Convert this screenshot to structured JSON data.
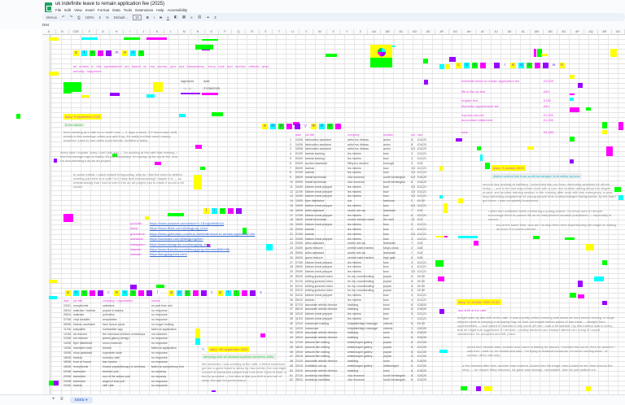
{
  "doc": {
    "title": "uk indefinite leave to remain application fee (2025)",
    "menus": [
      "File",
      "Edit",
      "View",
      "Insert",
      "Format",
      "Data",
      "Tools",
      "Extensions",
      "Help",
      "Accessibility"
    ]
  },
  "toolbar": {
    "search": "Menus",
    "zoom": "100%",
    "font": "Default...",
    "font_size": "10",
    "name_box": "D94"
  },
  "columns": [
    "A",
    "B",
    "CDE",
    "F",
    "G",
    "H",
    "I",
    "J",
    "K",
    "L",
    "M",
    "N",
    "O",
    "P",
    "Q",
    "R",
    "S",
    "T",
    "U",
    "V",
    "W",
    "X",
    "Y",
    "Z",
    "AA",
    "AB",
    "AC",
    "AD",
    "AE",
    "AF",
    "AG",
    "AH",
    "AI",
    "AJ",
    "AK",
    "AL",
    "AM",
    "AN",
    "AO",
    "AP",
    "AQ",
    "AR",
    "AS"
  ],
  "statement": {
    "heading": "statement",
    "text": "all entries in this spreadsheet are based on real events, jobs and transactions. every note and number reflects what actually happened.",
    "signature_label": "signature",
    "date_label": "date",
    "date": "27/08/2025"
  },
  "diary1": {
    "title": "diary: 9 september 2025",
    "subtitle": "in the studio",
    "p1": "been working at a cafe for a month now — 4 days a week, 3.5 hours each shift, mostly in the evenings. when you add it up, it's really not that much money. however i have to turn down most friends' invitations lately.",
    "p2": "every time i explain, sorry i can't join you — i'm working at the cafe that evening, i feel this strange urge to clarify: it's just temporary. i'm saving up for my ilr fee, and i'm documenting it as an art project.",
    "p3": "to some extent, i catch myself in hypocrisy. why do i feel the need to defend working part-time in a cafe? is it really that embarrassing? maybe it is — so embarrassing that i had to turn it into an art project just to make it sound a bit cooler."
  },
  "links": {
    "heading": "links",
    "items": [
      {
        "label": "youtube",
        "url": "https://www.youtube.com/watch?v=1fDcgic9hBoG&"
      },
      {
        "label": "tiktok",
        "url": "https://www.tiktok.com/@tangjung_chen"
      },
      {
        "label": "gofundme",
        "url": "https://www.gofundme.com/f/uk-indefinite-leave-to-remain-application-fee"
      },
      {
        "label": "substack",
        "url": "https://substack.com/@tangjungchen"
      },
      {
        "label": "instagram",
        "url": "https://www.instagram.com/tangjung_chen"
      },
      {
        "label": "linkedin",
        "url": "https://www.linkedin.com/in/tang-jung-chen-ba4658148/"
      },
      {
        "label": "website",
        "url": "https://tangjungchen.com/"
      }
    ]
  },
  "employment": {
    "heading": "employment",
    "headers": [
      "date",
      "job title",
      "company",
      "location",
      "hrs",
      "rate"
    ],
    "rows": [
      [
        "13/08",
        "fabrication assistant",
        "artist ros dhessu",
        "acton",
        "8",
        "£16.20"
      ],
      [
        "14/08",
        "fabrication assistant",
        "artist ros dhessu",
        "acton",
        "8",
        "£16.20"
      ],
      [
        "15/08",
        "fabrication assistant",
        "artist ros dhessu",
        "acton",
        "6.5",
        "£16.20"
      ],
      [
        "01/09",
        "barista training",
        "les miches",
        "bow",
        "2",
        "£12.21"
      ],
      [
        "03/09",
        "barista training",
        "les miches",
        "bow",
        "2",
        "£12.21"
      ],
      [
        "03/09",
        "auction assistant",
        "filthy fox auction",
        "borough",
        "3",
        "£15"
      ],
      [
        "06/09",
        "barista",
        "les miches",
        "bow",
        "3.5",
        "£12.21"
      ],
      [
        "07/09",
        "barista",
        "les miches",
        "bow",
        "4.5",
        "£12.21"
      ],
      [
        "08/09",
        "install technician",
        "v&a museum",
        "south kensington",
        "6.5",
        "£16.20"
      ],
      [
        "09/09",
        "install technician",
        "v&a museum",
        "south kensington",
        "6",
        "£16.20"
      ],
      [
        "10/09",
        "kitchen meal prepper",
        "les miches",
        "bow",
        "3.5",
        "£12.21"
      ],
      [
        "11/09",
        "kitchen meal prepper",
        "les miches",
        "bow",
        "3.5",
        "£12.21"
      ],
      [
        "12/09",
        "kitchen meal prepper",
        "les miches",
        "bow",
        "3.5",
        "£12.21"
      ],
      [
        "13/09",
        "flyer distributor",
        "n/a",
        "barbican",
        "2",
        "£0.00"
      ],
      [
        "15/09",
        "kitchen meal prepper",
        "les miches",
        "bow",
        "6.5",
        "£12.21"
      ],
      [
        "16/09",
        "artist assistant",
        "studio rain wu",
        "lewisham",
        "7",
        "£15"
      ],
      [
        "17/09",
        "kitchen meal prepper",
        "les miches",
        "bow",
        "6",
        "£12.21"
      ],
      [
        "18/09",
        "install technician",
        "london fashion week",
        "the mall",
        "13",
        "£15"
      ],
      [
        "19/09",
        "kitchen meal prepper",
        "les miches",
        "bow",
        "5",
        "£12.21"
      ],
      [
        "20/09",
        "barista",
        "les miches",
        "bow",
        "2",
        "£12.21"
      ],
      [
        "21/09",
        "barista",
        "les miches",
        "bow",
        "5.5",
        "£12.21"
      ],
      [
        "22/09",
        "kitchen meal prepper",
        "les miches",
        "bow",
        "3",
        "£12.21"
      ],
      [
        "23/09",
        "artist assistant",
        "studio rain wu",
        "lewisham",
        "7",
        "£15"
      ],
      [
        "24/09",
        "guest lecturer",
        "central saint martins",
        "king's cross",
        "2",
        "£48"
      ],
      [
        "25/09",
        "artist assistant",
        "studio rain wu",
        "lewisham",
        "7",
        "£15"
      ],
      [
        "26/09",
        "guest lecturer",
        "central saint martins",
        "high gate",
        "6",
        "£48"
      ],
      [
        "27/09",
        "kitchen meal prepper",
        "les miches",
        "bow",
        "4",
        "£12.21"
      ],
      [
        "28/09",
        "kitchen meal prepper",
        "les miches",
        "bow",
        "4",
        "£12.21"
      ],
      [
        "29/09",
        "kitchen meal prepper",
        "les miches",
        "bow",
        "3.5",
        "£12.21"
      ],
      [
        "30/09",
        "editing youtube video",
        "for my crowdfunding",
        "poplar",
        "8",
        "£0.00"
      ],
      [
        "01/10",
        "editing youtube video",
        "for my crowdfunding",
        "poplar",
        "8",
        "£0.00"
      ],
      [
        "02/10",
        "editing youtube video",
        "for my crowdfunding",
        "poplar",
        "8",
        "£0.00"
      ],
      [
        "03/10",
        "editing youtube video",
        "for my crowdfunding",
        "poplar",
        "8",
        "£0.00"
      ],
      [
        "04/10",
        "kitchen meal prepper",
        "les miches",
        "bow",
        "4",
        "£12.21"
      ],
      [
        "05/10",
        "barista",
        "les miches",
        "bow",
        "4",
        "£12.21"
      ],
      [
        "07/10",
        "associate artistic director",
        "kakilang",
        "soho",
        "8",
        "£18.00"
      ],
      [
        "08/10",
        "associate artistic director",
        "kakilang",
        "soho",
        "8",
        "£18.00"
      ],
      [
        "10/10",
        "kitchen meal prepper",
        "les miches",
        "bow",
        "5",
        "£12.21"
      ],
      [
        "11/10",
        "kitchen meal prepper",
        "les miches",
        "bow",
        "7",
        "£12.21"
      ],
      [
        "12/10",
        "masseuse training",
        "knightsbridge massage",
        "victoria",
        "8",
        "£0.00"
      ],
      [
        "14/10",
        "masseuse",
        "knightsbridge massage",
        "victoria",
        "2",
        "£40.00"
      ],
      [
        "15/10",
        "associate artistic director",
        "kakilang",
        "soho",
        "8",
        "£18.00"
      ],
      [
        "16/10",
        "associate artistic director",
        "kakilang",
        "soho",
        "8",
        "£18.00"
      ],
      [
        "17/10",
        "artwork film editing",
        "whitechapel gallery",
        "poplar",
        "8",
        "£12.00"
      ],
      [
        "18/10",
        "artwork film editing",
        "whitechapel gallery",
        "poplar",
        "8",
        "£12.00"
      ],
      [
        "19/10",
        "artwork film editing",
        "whitechapel gallery",
        "poplar",
        "8",
        "£12.00"
      ],
      [
        "20/10",
        "artwork film editing",
        "whitechapel gallery",
        "poplar",
        "8",
        "£12.00"
      ],
      [
        "21/10",
        "associate artistic director",
        "kakilang",
        "soho",
        "8",
        "£18.00"
      ],
      [
        "22/10",
        "exhibition set up",
        "whitechapel gallery",
        "whitechapel",
        "5",
        "£12.00"
      ],
      [
        "24/10",
        "associate artistic director",
        "kakilang",
        "soho",
        "8",
        "£18.00"
      ],
      [
        "27/10",
        "workshop facilitator",
        "v&a museum",
        "south kensington",
        "8",
        "£16.20"
      ],
      [
        "28/10",
        "workshop facilitator",
        "v&a museum",
        "south kensington",
        "8",
        "£16.20"
      ]
    ]
  },
  "rejections": {
    "heading": "unsuccessful applications",
    "headers": [
      "date",
      "job title",
      "company / organisation",
      "reason"
    ],
    "rows": [
      [
        "23/01",
        "receptionist",
        "safestore",
        "no part time role"
      ],
      [
        "28/04",
        "waitress / barista",
        "poplar st bakery",
        "no response"
      ],
      [
        "28/04",
        "waitress",
        "polentino",
        "no response"
      ],
      [
        "07/08",
        "vinyl installer",
        "wrapmates",
        "no response"
      ],
      [
        "08/08",
        "kitchen assistant",
        "farm house pizza",
        "no longer looking"
      ],
      [
        "11/08",
        "babysitter",
        "hobbesitter app",
        "failed at application"
      ],
      [
        "12/08",
        "art teacher",
        "the inventors children workshops",
        "not selected"
      ],
      [
        "12/08",
        "set dresser",
        "james glancy design",
        "no response"
      ],
      [
        "14/08",
        "flyer distributor",
        "moco museum",
        "no response"
      ],
      [
        "14/08",
        "mandarin tutor",
        "tutorful",
        "failed at application"
      ],
      [
        "15/08",
        "shop assistant",
        "superette store",
        "no response"
      ],
      [
        "18/08",
        "barista",
        "nunnery cafe",
        "no response"
      ],
      [
        "18/08",
        "front of house",
        "bao london",
        "no response"
      ],
      [
        "18/08",
        "receptionist",
        "london physiotherapy & wellness",
        "failed at competency test"
      ],
      [
        "22/08",
        "bartender",
        "beehive pub",
        "no vacancy"
      ],
      [
        "22/08",
        "bartender",
        "son of the widow pub",
        "no vacancy"
      ],
      [
        "22/08",
        "bartender",
        "angel of bow pub",
        "no response"
      ],
      [
        "22/08",
        "barista",
        "raffi cafe",
        "no response"
      ]
    ]
  },
  "diary2": {
    "title": "diary: 7th september 2025",
    "subtitle": "sleeping over at alexandra palace between shifts",
    "p1": "this weekend i was working at the cafe. a friend somehow got me a guest ticket to sleep by max richter, the overnight concert at alexandra palace that runs from 11pm to 8am. a bed is provided — the idea is that you drift in and out of sleep through the performance."
  },
  "costs": {
    "heading": "cost breakdown",
    "items": [
      {
        "label": "indefinite leave to remain application fee",
        "value": "£3,029"
      },
      {
        "label": "life in the uk test",
        "value": "£50"
      },
      {
        "label": "english test",
        "value": "£150"
      },
      {
        "label": "biometric appointment fee",
        "value": "£60"
      },
      {
        "label": "express service",
        "value": "£1,000"
      },
      {
        "label": "accountant statement",
        "value": "£1,000"
      },
      {
        "label": "total",
        "value": "£5,289"
      }
    ]
  },
  "diary3": {
    "title": "diary: 9 october 2025",
    "subtitle": "district central line from south kensington to bromley-by-bow",
    "p1": "second day working at kakilang. i scheduled two pro-bono mentoring sessions for others today — one in the morning before work with a core moi student talking about her degree project, and another training session in the evening after work with arts emergency, a year-long mentoring programme for young people from underprivileged backgrounds. by the time i got home, i was completely knackered.",
    "p2": "i often feel conflicted when mentoring a young person. i'm never sure if i should encourage them to pursue life as an independent creative practitioner — especially in london.",
    "p3": "but at the same time, who am i to stop them from experiencing the magic of making art even if it comes with the"
  },
  "diary4": {
    "title": "diary: 11 october 2025 21:43",
    "subtitle": "last shift at the cafe",
    "p1": "tonight was my last shift at the cafe. it was a pretty chilled evening until about an hour before closing. a rough sleeper came in carrying a shopping bag. he took out maybe twelve packs of raw meat — straight from supermarkets — and asked if i wanted to buy some off him. i was a bit startled. my first instinct was to worry that he might turn aggressive if i refused. i politely declined and instead offered him a bag of unsold sandwiches. he accepted and left, phew.",
    "p2": "about five minutes later, another man came in asking for tissues. i handed him some, then he asked if i was thai. i said no, he smiled and said, \"i'm flying to thailand tomorrow. i'm never coming back.\" of course i didn't ask why.",
    "p3": "a few minutes after that, another man entered, looked into the fridge, then looked at me, then around the shop — for maybe thirty seconds. his gaze was strange, unreadable. then he just walked out."
  },
  "sheet": {
    "tab": "EEEE"
  },
  "colors": {
    "yellow": "#ffff00",
    "green": "#00ff00",
    "cyan": "#00ffff",
    "magenta": "#ff00ff",
    "purple": "#9900ff",
    "pink_text": "#e040e0"
  }
}
